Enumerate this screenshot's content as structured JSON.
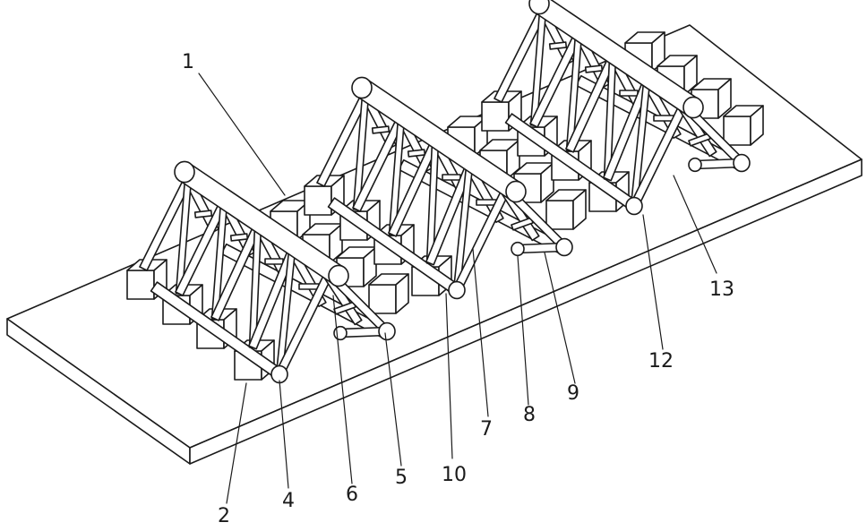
{
  "figure": {
    "reference_numerals": [
      "1",
      "2",
      "4",
      "5",
      "6",
      "7",
      "8",
      "9",
      "10",
      "12",
      "13"
    ]
  },
  "colors": {
    "line": "#1a1a1a",
    "background": "#ffffff"
  }
}
